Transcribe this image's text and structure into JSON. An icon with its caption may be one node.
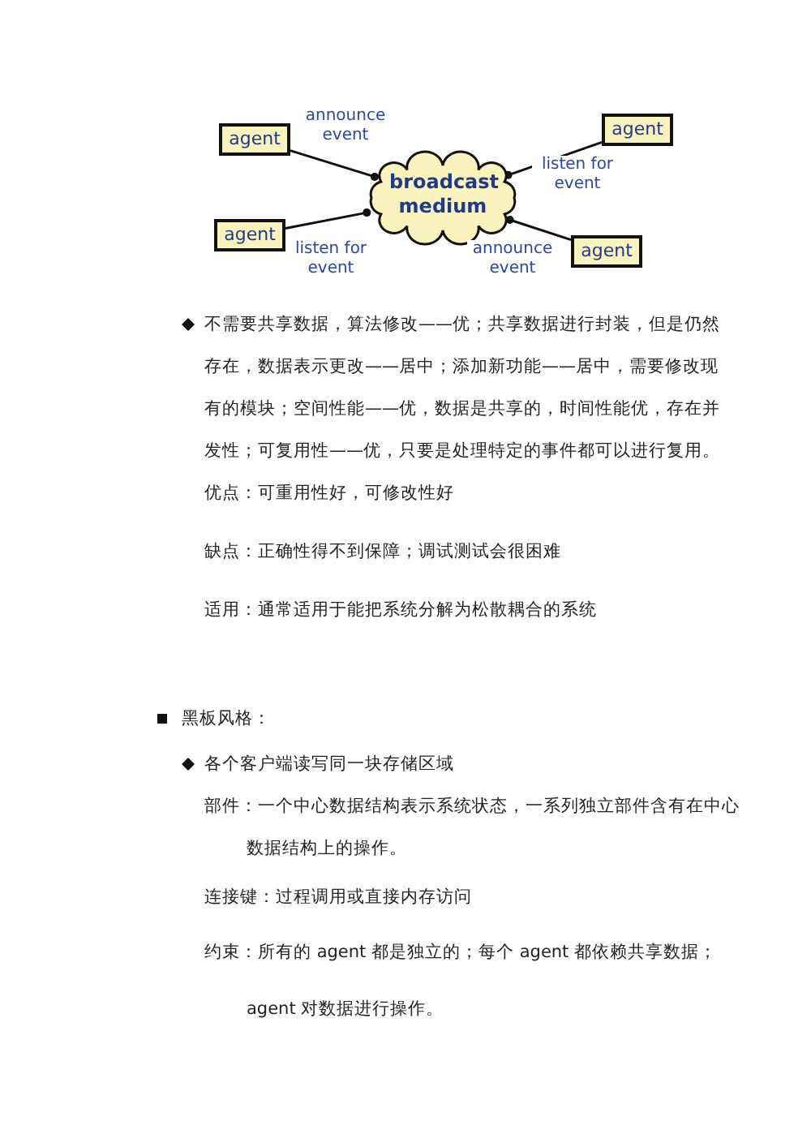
{
  "diagram": {
    "nodes": [
      {
        "text": [
          "agent"
        ]
      },
      {
        "text": [
          "agent"
        ]
      },
      {
        "text": [
          "broadcast medium"
        ]
      },
      {
        "text": [
          "agent"
        ]
      },
      {
        "text": [
          "agent"
        ]
      }
    ],
    "edges": [
      {
        "from": 0,
        "to": 2,
        "arrow": "other",
        "label": "announce event"
      },
      {
        "from": 1,
        "to": 2,
        "arrow": "other",
        "label": "listen for event"
      },
      {
        "from": 3,
        "to": 2,
        "arrow": "other",
        "label": "listen for event"
      },
      {
        "from": 4,
        "to": 2,
        "arrow": "other",
        "label": "announce event"
      }
    ],
    "labels": [
      "不需要共享数据，算法修改——优；共享数据进行封装，但是仍然存在，数据表示更改——居中；添加新功能——居中，需要修改现有的模块；空间性能——优，数据是共享的，时间性能优，存在并发性；可复用性——优，只要是处理特定的事件都可以进行复用。",
      "优点：可重用性好，可修改性好",
      "缺点：正确性得不到保障；调试测试会很困难",
      "适用：通常适用于能把系统分解为松散耦合的系统",
      "黑板风格：",
      "各个客户端读写同一块存储区域",
      "部件：一个中心数据结构表示系统状态，一系列独立部件含有在中心数据结构上的操作。",
      "连接键：过程调用或直接内存访问",
      "约束：所有的 agent 都是独立的；每个 agent 都依赖共享数据；agent 对数据进行操作。"
    ]
  }
}
